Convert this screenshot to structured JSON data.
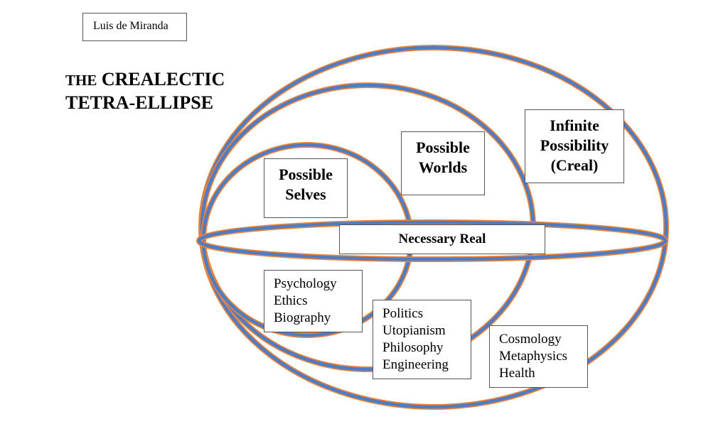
{
  "author": "Luis de Miranda",
  "title": {
    "prefix": "THE",
    "main": "CREALECTIC",
    "line2": "TETRA-ELLIPSE"
  },
  "colors": {
    "ellipse_outer": "#e8833a",
    "ellipse_inner": "#4d7cc7",
    "box_border": "#555555"
  },
  "regions": {
    "infinite": [
      "Infinite",
      "Possibility",
      "(Creal)"
    ],
    "worlds": [
      "Possible",
      "Worlds"
    ],
    "selves": [
      "Possible",
      "Selves"
    ],
    "necessary": "Necessary Real"
  },
  "domains": {
    "selves": [
      "Psychology",
      "Ethics",
      "Biography"
    ],
    "worlds": [
      "Politics",
      "Utopianism",
      "Philosophy",
      "Engineering"
    ],
    "infinite": [
      "Cosmology",
      "Metaphysics",
      "Health"
    ]
  }
}
